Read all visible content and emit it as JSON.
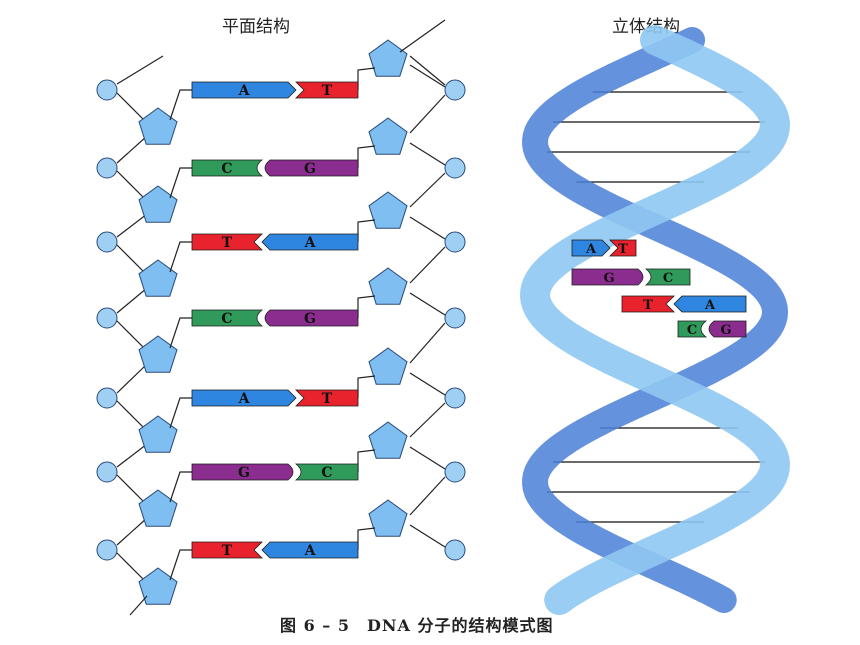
{
  "titles": {
    "planar": "平面结构",
    "helix": "立体结构"
  },
  "caption": "图 6 – 5　DNA 分子的结构模式图",
  "colors": {
    "A": "#2f86e0",
    "T": "#e8232d",
    "C": "#2f9a5a",
    "G": "#8a2d8e",
    "sugar": "#7fbef0",
    "phosphate": "#9fd0f4",
    "helix_light": "#8fc8f2",
    "helix_dark": "#4a7fd6",
    "outline": "#2a4a7a"
  },
  "planar_pairs": [
    {
      "left": "A",
      "right": "T"
    },
    {
      "left": "C",
      "right": "G"
    },
    {
      "left": "T",
      "right": "A"
    },
    {
      "left": "C",
      "right": "G"
    },
    {
      "left": "A",
      "right": "T"
    },
    {
      "left": "G",
      "right": "C"
    },
    {
      "left": "T",
      "right": "A"
    }
  ],
  "helix_pairs": [
    {
      "left": "A",
      "right": "T"
    },
    {
      "left": "G",
      "right": "C"
    },
    {
      "left": "T",
      "right": "A"
    },
    {
      "left": "C",
      "right": "G"
    }
  ]
}
